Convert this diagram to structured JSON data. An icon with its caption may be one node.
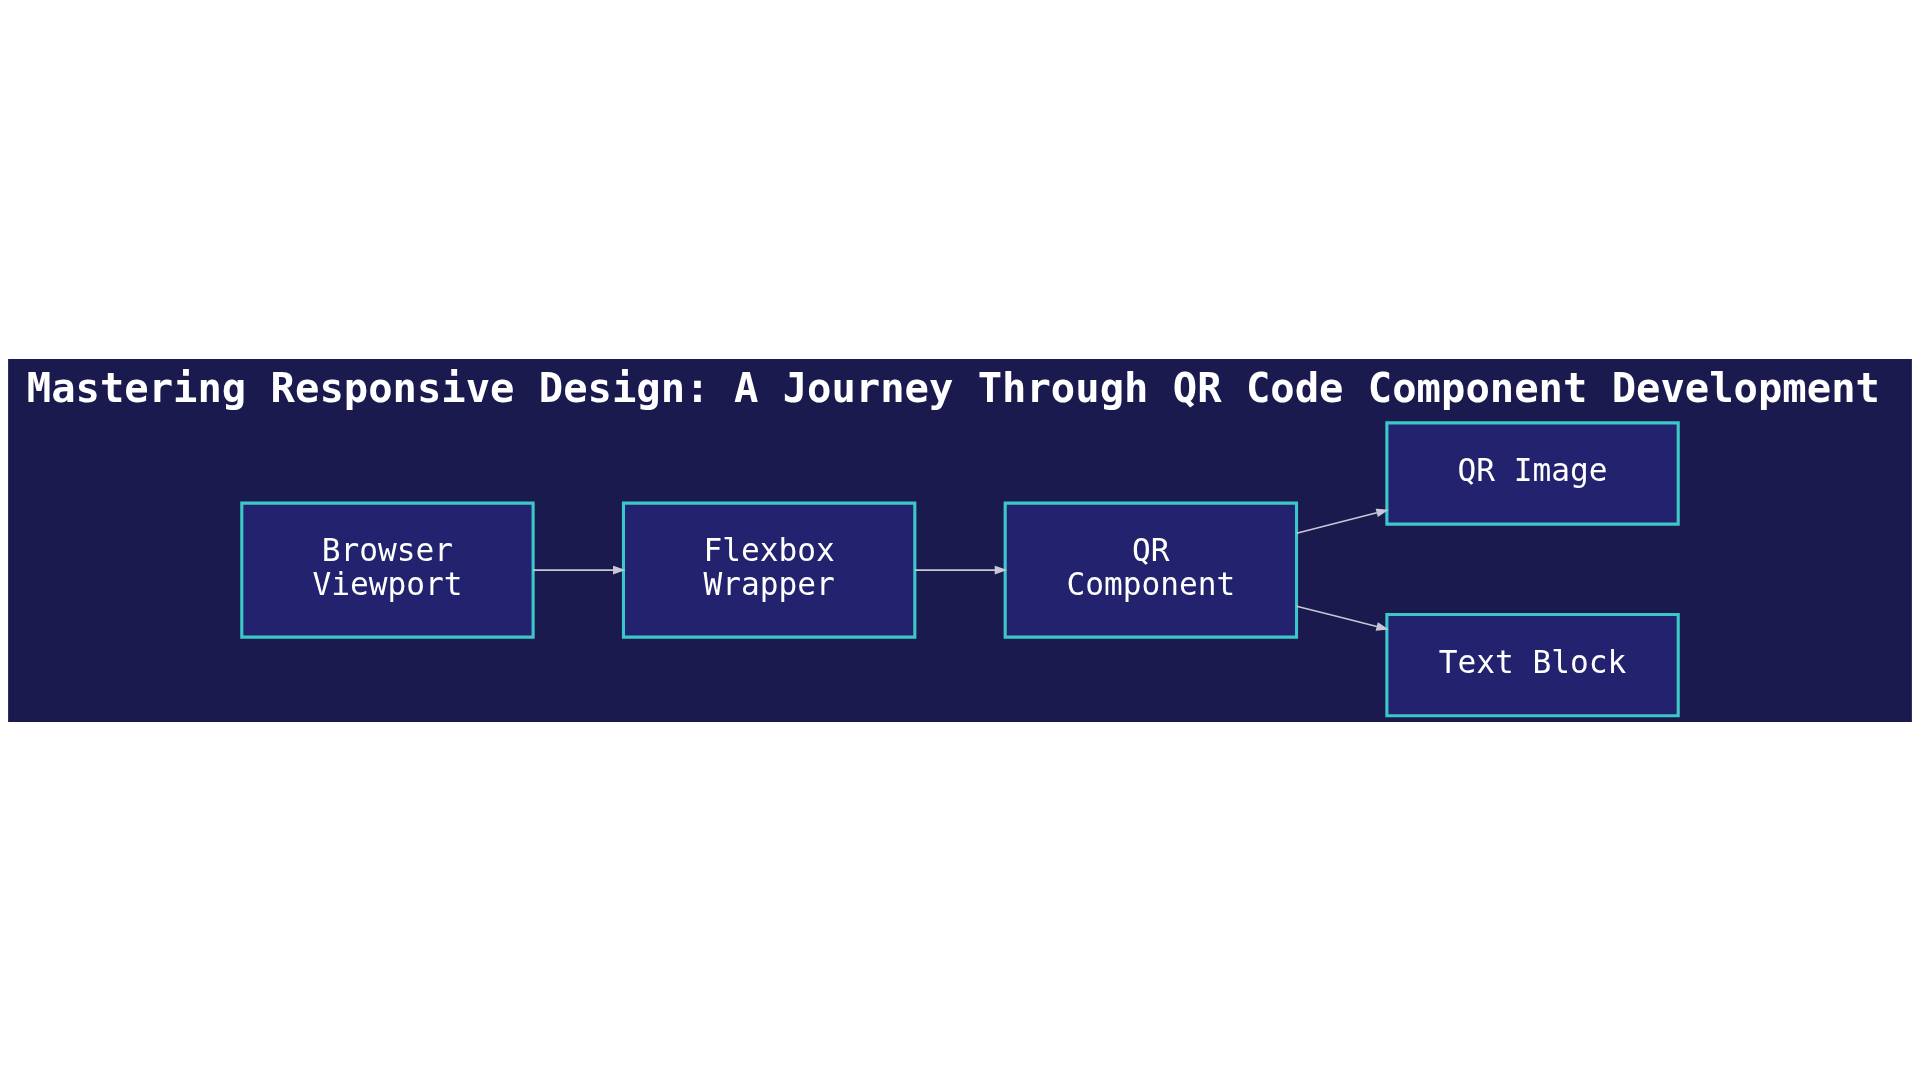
{
  "diagram": {
    "title": "Mastering Responsive Design: A Journey Through QR Code Component Development",
    "nodes": [
      {
        "text": [
          "Browser Viewport"
        ]
      },
      {
        "text": [
          "Flexbox Wrapper"
        ]
      },
      {
        "text": [
          "QR Component"
        ]
      },
      {
        "text": [
          "QR Image"
        ]
      },
      {
        "text": [
          "Text Block"
        ]
      }
    ],
    "edges": [
      {
        "from": 0,
        "to": 1,
        "arrow": "to"
      },
      {
        "from": 1,
        "to": 2,
        "arrow": "to"
      },
      {
        "from": 2,
        "to": 3,
        "arrow": "to"
      },
      {
        "from": 2,
        "to": 4,
        "arrow": "to"
      }
    ]
  }
}
